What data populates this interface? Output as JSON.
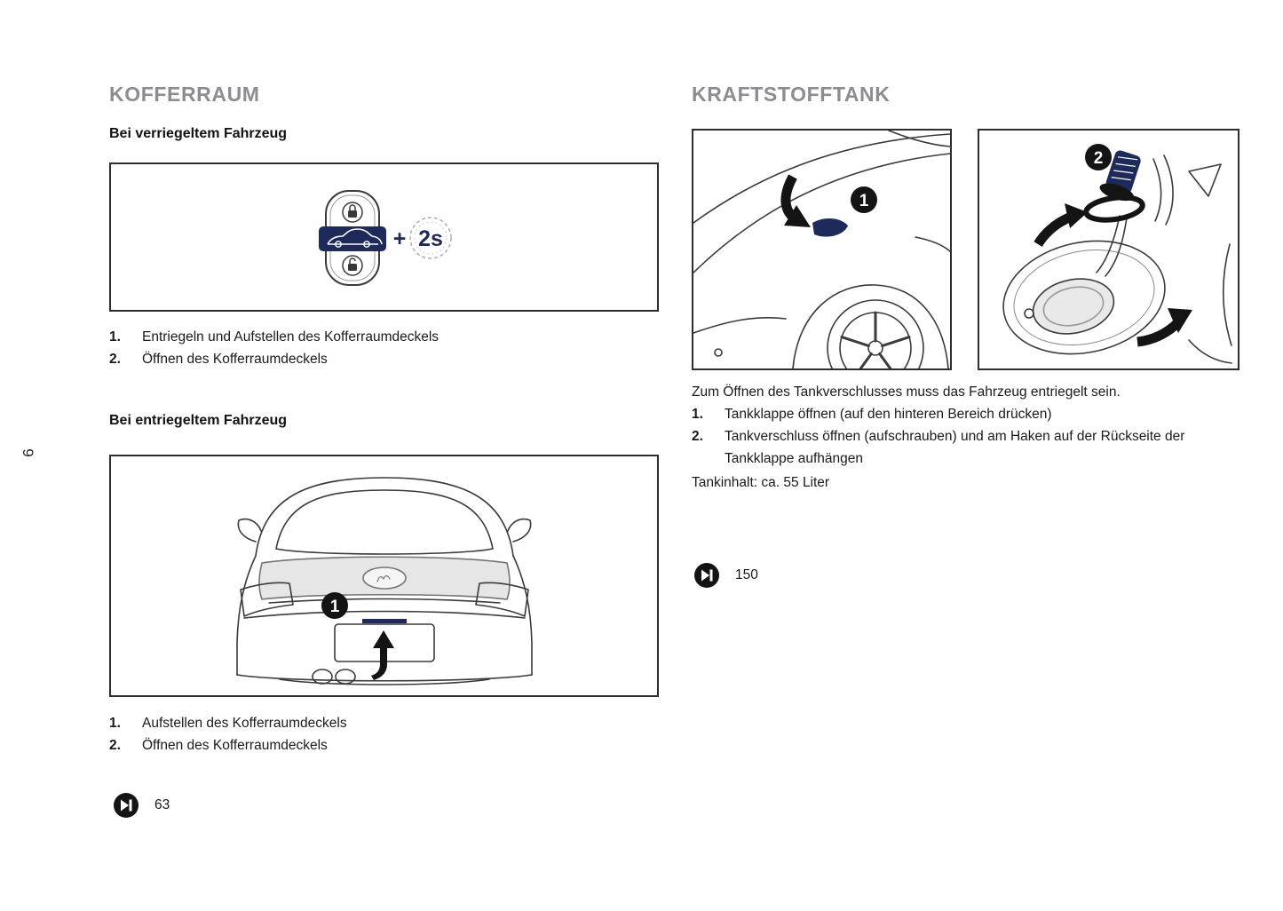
{
  "meta": {
    "side_page_number": "6"
  },
  "kofferraum": {
    "title": "KOFFERRAUM",
    "locked": {
      "heading": "Bei verriegeltem Fahrzeug",
      "steps": [
        {
          "num": "1.",
          "text": "Entriegeln und Aufstellen des Kofferraumdeckels"
        },
        {
          "num": "2.",
          "text": "Öffnen des Kofferraumdeckels"
        }
      ]
    },
    "unlocked": {
      "heading": "Bei entriegeltem Fahrzeug",
      "steps": [
        {
          "num": "1.",
          "text": "Aufstellen des Kofferraumdeckels"
        },
        {
          "num": "2.",
          "text": "Öffnen des Kofferraumdeckels"
        }
      ]
    },
    "page_ref": "63"
  },
  "kraftstofftank": {
    "title": "KRAFTSTOFFTANK",
    "intro": "Zum Öffnen des Tankverschlusses muss das Fahrzeug entriegelt sein.",
    "steps": [
      {
        "num": "1.",
        "text": "Tankklappe öffnen (auf den hinteren Bereich drücken)"
      },
      {
        "num": "2.",
        "text": "Tankverschluss öffnen (aufschrauben) und am Haken auf der Rückseite der Tankklappe aufhängen"
      }
    ],
    "capacity": "Tankinhalt: ca. 55 Liter",
    "page_ref": "150"
  },
  "figures": {
    "key_plus": "+",
    "key_duration": "2s",
    "rear_badge": "1",
    "flap_badge": "1",
    "cap_badge": "2"
  },
  "colors": {
    "heading_gray": "#8b8d90",
    "accent_navy": "#1e2b5a",
    "text": "#1a1a1a"
  }
}
